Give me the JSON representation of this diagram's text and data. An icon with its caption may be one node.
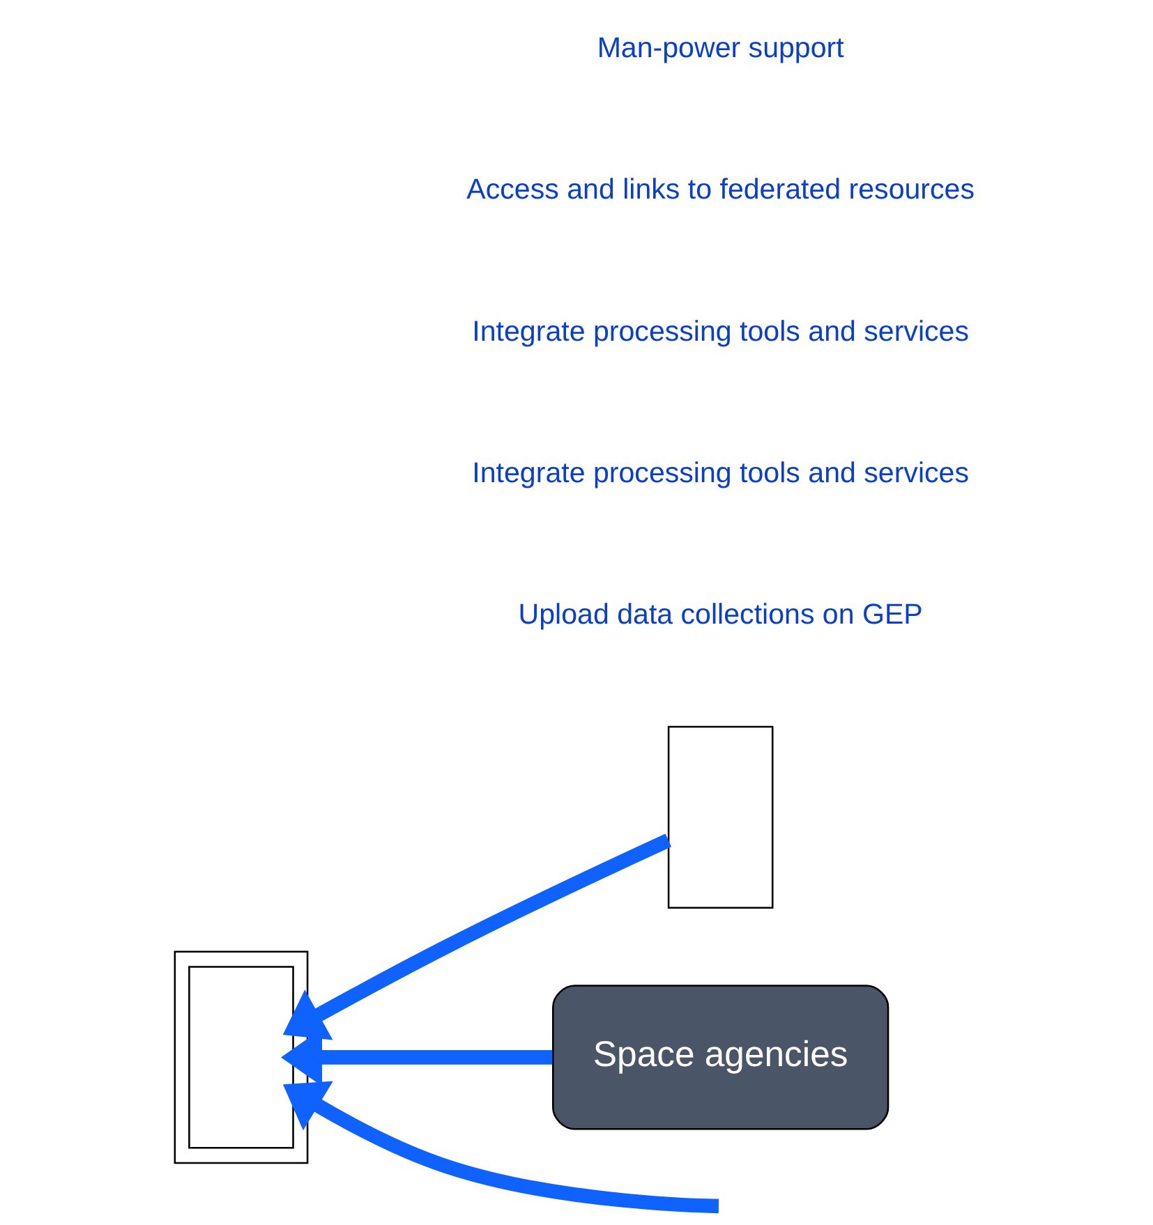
{
  "diagram": {
    "nodes": [
      {
        "text": [],
        "shape": "box"
      },
      {
        "text": [],
        "shape": "box",
        "in": 0
      },
      {
        "text": [],
        "shape": "box"
      },
      {
        "text": [
          "Space agencies"
        ]
      }
    ],
    "edges": [
      {
        "from": 2,
        "to": 1,
        "arrow": "to"
      },
      {
        "from": null,
        "to": 1,
        "arrow": "to"
      },
      {
        "from": 3,
        "to": 1,
        "arrow": "to"
      }
    ],
    "labels": [
      "Upload data collections on GEP",
      "Integrate processing tools and services",
      "Integrate processing tools and services",
      "Access and links to federated resources",
      "Man-power support"
    ]
  }
}
